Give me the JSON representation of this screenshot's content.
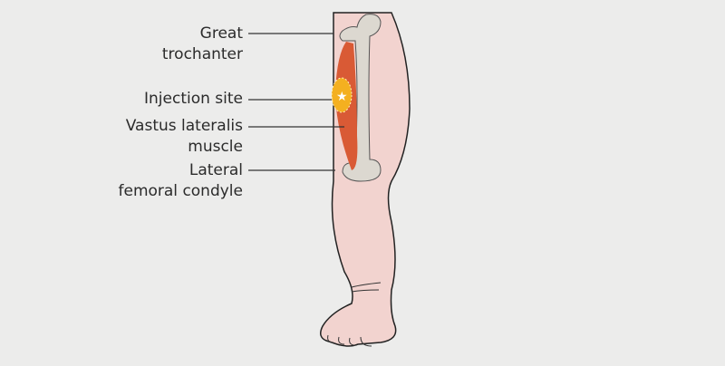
{
  "diagram": {
    "subject": "infant leg lateral view",
    "labels": [
      {
        "id": "great-trochanter",
        "lines": [
          "Great",
          "trochanter"
        ]
      },
      {
        "id": "injection-site",
        "lines": [
          "Injection site"
        ]
      },
      {
        "id": "vastus-lateralis",
        "lines": [
          "Vastus lateralis",
          "muscle"
        ]
      },
      {
        "id": "lateral-femoral-condyle",
        "lines": [
          "Lateral",
          "femoral condyle"
        ]
      }
    ]
  },
  "colors": {
    "background": "#ececeb",
    "skin": "#f2d3cf",
    "bone": "#dcd8d0",
    "muscle": "#d95a35",
    "injection": "#f4b020",
    "text": "#2b2b2b"
  }
}
